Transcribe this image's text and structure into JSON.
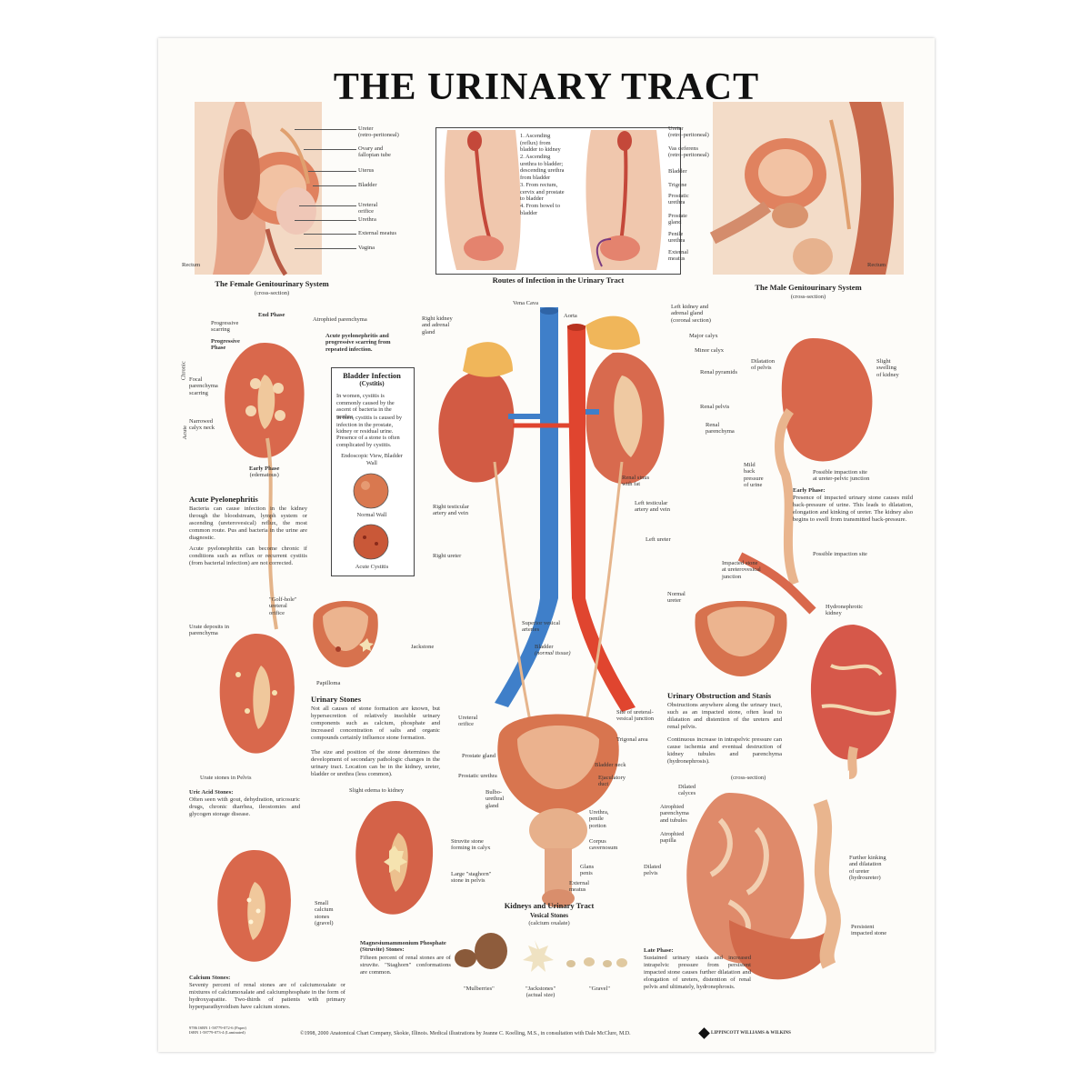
{
  "title": "THE URINARY TRACT",
  "female": {
    "caption": "The Female Genitourinary System",
    "sub": "(cross-section)",
    "labels": [
      "Ureter",
      "(retro-peritoneal)",
      "Ovary and",
      "fallopian tube",
      "Uterus",
      "Bladder",
      "Ureteral",
      "orifice",
      "Urethra",
      "External meatus",
      "Vagina",
      "Rectum"
    ]
  },
  "routes": {
    "caption": "Routes of Infection in the Urinary Tract",
    "list": [
      "1. Ascending (reflux) from bladder to kidney",
      "2. Ascending urethra to bladder; descending urethra from bladder",
      "3. From rectum, cervix and prostate to bladder",
      "4. From bowel to bladder"
    ]
  },
  "male": {
    "caption": "The Male Genitourinary System",
    "sub": "(cross-section)",
    "labels": [
      "Ureter",
      "(retro-peritoneal)",
      "Vas deferens",
      "(retro-peritoneal)",
      "Bladder",
      "Trigone",
      "Prostatic",
      "urethra",
      "Prostate",
      "gland",
      "Penile",
      "urethra",
      "External",
      "meatus",
      "Rectum"
    ]
  },
  "pyelo": {
    "labels": [
      "End Phase",
      "Atrophied parenchyma",
      "Progressive",
      "scarring",
      "Progressive",
      "Phase",
      "Chronic",
      "Acute",
      "Focal",
      "parenchyma",
      "scarring",
      "Narrowed",
      "calyx neck",
      "Early Phase",
      "(edematous)"
    ],
    "note": "Acute pyelonephritis and progressive scarring from repeated infection.",
    "heading": "Acute Pyelonephritis",
    "p1": "Bacteria can cause infection in the kidney through the bloodstream, lymph system or ascending (ureterovesical) reflux, the most common route. Pus and bacteria in the urine are diagnostic.",
    "p2": "Acute pyelonephritis can become chronic if conditions such as reflux or recurrent cystitis (from bacterial infection) are not corrected."
  },
  "bladderInfection": {
    "title": "Bladder Infection",
    "sub": "(Cystitis)",
    "p1": "In women, cystitis is commonly caused by the ascent of bacteria in the urethra.",
    "p2": "In men, cystitis is caused by infection in the prostate, kidney or residual urine.",
    "p3": "Presence of a stone is often complicated by cystitis.",
    "view": "Endoscopic View, Bladder Wall",
    "normal": "Normal Wall",
    "acute": "Acute Cystitis"
  },
  "center": {
    "labels": [
      "Vena Cava",
      "Aorta",
      "Right kidney",
      "and adrenal",
      "gland",
      "Left kidney and",
      "adrenal gland",
      "(coronal section)",
      "Major calyx",
      "Minor calyx",
      "Renal pyramids",
      "Renal pelvis",
      "Renal",
      "parenchyma",
      "Renal sinus",
      "with fat",
      "Left testicular",
      "artery and vein",
      "Right testicular",
      "artery and vein",
      "Left ureter",
      "Right ureter",
      "Superior vesical",
      "arteries",
      "Bladder",
      "(normal tissue)",
      "Ureteral",
      "orifice",
      "Site of ureteral-",
      "vesical junction",
      "Trigonal area",
      "Prostate gland",
      "Bladder neck",
      "Prostatic urethra",
      "Ejaculatory",
      "duct",
      "Bulbo-",
      "urethral",
      "gland",
      "Urethra,",
      "penile",
      "portion",
      "Corpus",
      "cavernosum",
      "Glans",
      "penis",
      "External",
      "meatus"
    ],
    "caption": "Kidneys and Urinary Tract"
  },
  "stones": {
    "golf": [
      "\"Golf-hole\"",
      "ureteral",
      "orifice"
    ],
    "jackstone": "Jackstone",
    "papilloma": "Papilloma",
    "urate": [
      "Urate deposits in",
      "parenchyma"
    ],
    "uratePelvis": "Urate stones in Pelvis",
    "heading": "Urinary Stones",
    "p1": "Not all causes of stone formation are known, but hypersecretion of relatively insoluble urinary components such as calcium, phosphate and increased concentration of salts and organic compounds certainly influence stone formation.",
    "p2": "The size and position of the stone determines the development of secondary pathologic changes in the urinary tract. Location can be in the kidney, ureter, bladder or urethra (less common).",
    "uricHead": "Uric Acid Stones:",
    "uric": "Often seen with gout, dehydration, uricosuric drugs, chronic diarrhea, ileostomies and glycogen storage disease.",
    "edema": "Slight edema to kidney",
    "struvite": [
      "Struvite stone",
      "forming in calyx"
    ],
    "staghorn": [
      "Large \"staghorn\"",
      "stone in pelvis"
    ],
    "small": [
      "Small",
      "calcium",
      "stones",
      "(gravel)"
    ],
    "calciumHead": "Calcium Stones:",
    "calcium": "Seventy percent of renal stones are of calciumoxalate or mixtures of calciumoxalate and calciumphosphate in the form of hydroxyapatite. Two-thirds of patients with primary hyperparathyroidism have calcium stones.",
    "magHead": "Magnesiumammonium Phosphate (Struvite) Stones:",
    "mag": "Fifteen percent of renal stones are of struvite. \"Staghorn\" conformations are common."
  },
  "vesical": {
    "title": "Vesical Stones",
    "sub": "(calcium oxalate)",
    "mulberries": "\"Mulberries\"",
    "jackstones": "\"Jackstones\"",
    "actual": "(actual size)",
    "gravel": "\"Gravel\""
  },
  "obstruction": {
    "labels": [
      "Dilatation",
      "of pelvis",
      "Slight",
      "swelling",
      "of kidney",
      "Mild",
      "back",
      "pressure",
      "of urine",
      "Possible impaction site",
      "at ureter-pelvic junction",
      "Possible impaction site",
      "Impacted stone",
      "at ureterovesical",
      "junction",
      "Normal",
      "ureter",
      "Hydronephrotic",
      "kidney"
    ],
    "earlyHead": "Early Phase:",
    "early": "Presence of impacted urinary stone causes mild back-pressure of urine. This leads to dilatation, elongation and kinking of ureter. The kidney also begins to swell from transmitted back-pressure.",
    "heading": "Urinary Obstruction and Stasis",
    "p1": "Obstructions anywhere along the urinary tract, such as an impacted stone, often lead to dilatation and distention of the ureters and renal pelvis.",
    "p2": "Continuous increase in intrapelvic pressure can cause ischemia and eventual destruction of kidney tubules and parenchyma (hydronephrosis).",
    "labels2": [
      "(cross-section)",
      "Dilated",
      "calyces",
      "Atrophied",
      "parenchyma",
      "and tubules",
      "Atrophied",
      "papilla",
      "Dilated",
      "pelvis",
      "Further kinking",
      "and dilatation",
      "of ureter",
      "(hydroureter)",
      "Persistent",
      "impacted stone"
    ],
    "lateHead": "Late Phase:",
    "late": "Sustained urinary stasis and increased intrapelvic pressure from persistent impacted stone causes further dilatation and elongation of ureters, distention of renal pelvis and ultimately, hydronephrosis."
  },
  "footer": {
    "isbn1": "9786   ISBN 1-58779-072-6 (Paper)",
    "isbn2": "ISBN 1-58779-073-4 (Laminated)",
    "copyright": "©1998, 2000 Anatomical Chart Company, Skokie, Illinois. Medical illustrations by Jeanne C. Koelling, M.S., in consultation with Dale McClure, M.D.",
    "publisher": "LIPPINCOTT WILLIAMS & WILKINS"
  },
  "colors": {
    "kidney": "#d9664a",
    "artery": "#e0452f",
    "vein": "#3f7fc9",
    "flesh": "#e9b089",
    "ureter": "#e6b58c"
  }
}
